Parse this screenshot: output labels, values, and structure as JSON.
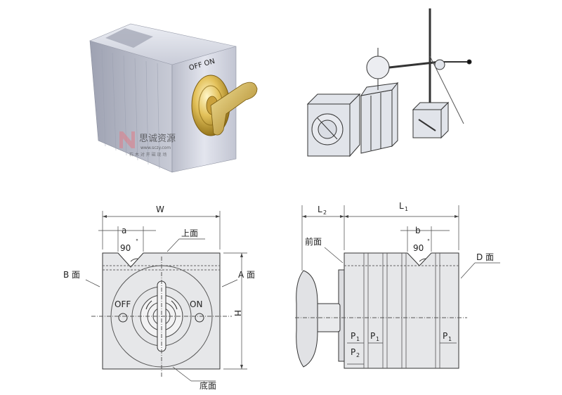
{
  "photo": {
    "dial_text": "OFF ON",
    "watermark": {
      "name": "思诚资源",
      "url": "www.sczy.com",
      "tagline": "石 木 对 开 磁 现 场"
    }
  },
  "front_view": {
    "width_label": "W",
    "angle_dim_label": "a",
    "angle_label": "90",
    "degree_mark": "°",
    "top_face": "上面",
    "left_face": "B 面",
    "right_face": "A 面",
    "off_label": "OFF",
    "on_label": "ON",
    "height_label": "H",
    "bottom_face": "底面"
  },
  "side_view": {
    "l2_label": "L",
    "l2_sub": "2",
    "l1_label": "L",
    "l1_sub": "1",
    "front_face": "前面",
    "angle_dim_label": "b",
    "angle_label": "90",
    "degree_mark": "°",
    "d_face": "D 面",
    "p1_label": "P",
    "p1_sub": "1",
    "p2_label": "P",
    "p2_sub": "2"
  }
}
